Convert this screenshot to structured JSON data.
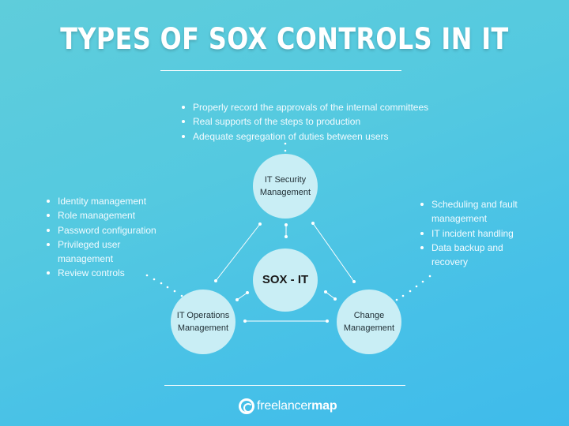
{
  "title": "TYPES OF SOX CONTROLS IN IT",
  "center_node": {
    "label": "SOX - IT"
  },
  "nodes": {
    "security": {
      "line1": "IT Security",
      "line2": "Management"
    },
    "operations": {
      "line1": "IT Operations",
      "line2": "Management"
    },
    "change": {
      "line1": "Change",
      "line2": "Management"
    }
  },
  "lists": {
    "security": [
      "Properly record the approvals of the internal committees",
      "Real supports of the steps to production",
      "Adequate segregation of duties between users"
    ],
    "operations": [
      "Identity management",
      "Role management",
      "Password configuration",
      "Privileged user management",
      "Review controls"
    ],
    "change": [
      "Scheduling and fault management",
      " IT incident handling",
      "Data backup and recovery"
    ]
  },
  "brand": {
    "prefix": "freelancer",
    "suffix": "map"
  },
  "colors": {
    "background_start": "#5fcddb",
    "background_end": "#3fbbeb",
    "node_fill": "#c9eef5",
    "text": "#ffffff",
    "node_text": "#1f2d33"
  }
}
